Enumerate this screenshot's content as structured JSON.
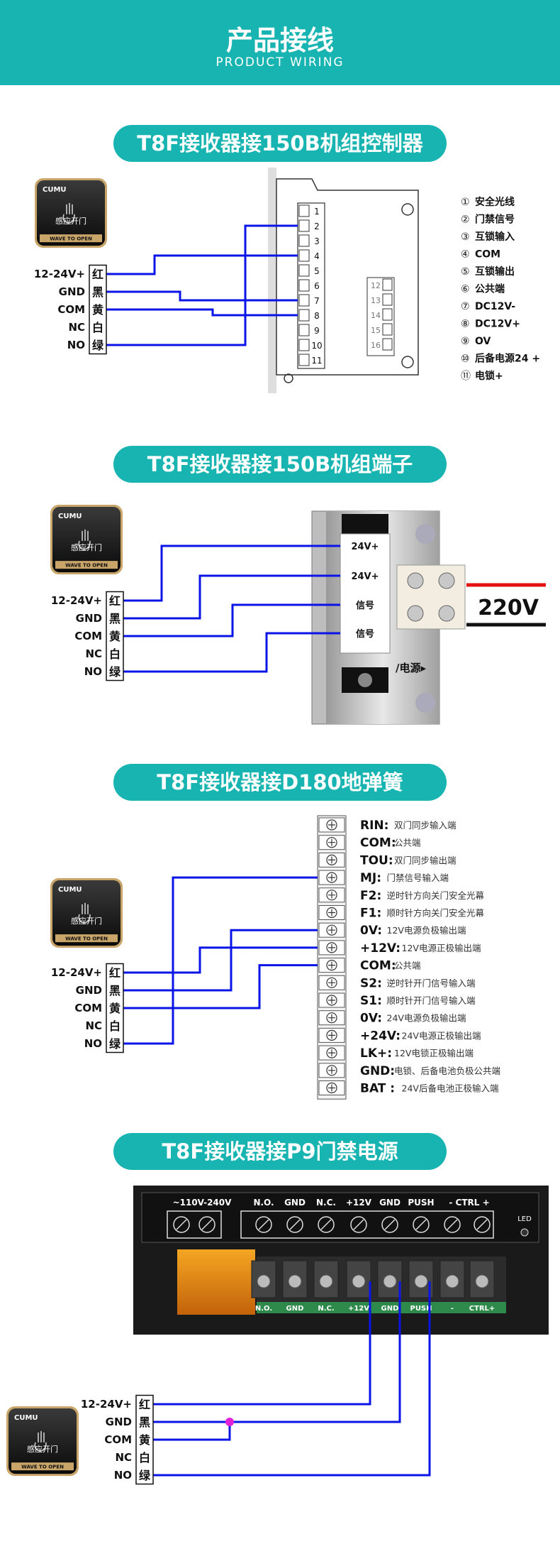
{
  "banner": {
    "title": "产品接线",
    "subtitle": "PRODUCT WIRING"
  },
  "device": {
    "brand": "CUMU",
    "label": "感应开门",
    "button": "WAVE TO OPEN"
  },
  "colors": {
    "accent": "#17b4b1",
    "wire": "#0a14e6",
    "junction": "#e020d8"
  },
  "wire_labels": {
    "signals": [
      "12-24V+",
      "GND",
      "COM",
      "NC",
      "NO"
    ],
    "colors": [
      "红",
      "黑",
      "黄",
      "白",
      "绿"
    ]
  },
  "sections": [
    {
      "title": "T8F接收器接150B机组控制器",
      "terminal_numbers": [
        "1",
        "2",
        "3",
        "4",
        "5",
        "6",
        "7",
        "8",
        "9",
        "10",
        "11"
      ],
      "side_numbers": [
        "12",
        "13",
        "14",
        "15",
        "16"
      ],
      "legend": [
        {
          "num": "①",
          "text": "安全光线"
        },
        {
          "num": "②",
          "text": "门禁信号"
        },
        {
          "num": "③",
          "text": "互锁输入"
        },
        {
          "num": "④",
          "text": "COM"
        },
        {
          "num": "⑤",
          "text": "互锁输出"
        },
        {
          "num": "⑥",
          "text": "公共端"
        },
        {
          "num": "⑦",
          "text": "DC12V-"
        },
        {
          "num": "⑧",
          "text": "DC12V+"
        },
        {
          "num": "⑨",
          "text": "OV"
        },
        {
          "num": "⑩",
          "text": "后备电源24 +"
        },
        {
          "num": "⑪",
          "text": "电锁+"
        }
      ]
    },
    {
      "title": "T8F接收器接150B机组端子",
      "terminals": [
        "24V+",
        "24V+",
        "信号",
        "信号"
      ],
      "power_label": "/电源▸",
      "voltage": "220V"
    },
    {
      "title": "T8F接收器接D180地弹簧",
      "terminals": [
        {
          "code": "RIN:",
          "desc": "双门同步输入端"
        },
        {
          "code": "COM:",
          "desc": "公共端"
        },
        {
          "code": "TOU:",
          "desc": "双门同步输出端"
        },
        {
          "code": "MJ:",
          "desc": "门禁信号输入端"
        },
        {
          "code": "F2:",
          "desc": "逆时针方向关门安全光幕"
        },
        {
          "code": "F1:",
          "desc": "顺时针方向关门安全光幕"
        },
        {
          "code": "0V:",
          "desc": "12V电源负极输出端"
        },
        {
          "code": "+12V:",
          "desc": "12V电源正极输出端"
        },
        {
          "code": "COM:",
          "desc": "公共端"
        },
        {
          "code": "S2:",
          "desc": "逆时针开门信号输入端"
        },
        {
          "code": "S1:",
          "desc": "顺时针开门信号输入端"
        },
        {
          "code": "0V:",
          "desc": "24V电源负极输出端"
        },
        {
          "code": "+24V:",
          "desc": "24V电源正极输出端"
        },
        {
          "code": "LK+:",
          "desc": "12V电锁正极输出端"
        },
        {
          "code": "GND:",
          "desc": "电锁、后备电池负极公共端"
        },
        {
          "code": "BAT :",
          "desc": "24V后备电池正极输入端"
        }
      ]
    },
    {
      "title": "T8F接收器接P9门禁电源",
      "header_labels": [
        "~110V-240V",
        "N.O.",
        "GND",
        "N.C.",
        "+12V",
        "GND",
        "PUSH",
        "- CTRL +"
      ],
      "terminal_labels": [
        "N.O.",
        "GND",
        "N.C.",
        "+12V",
        "GND",
        "PUSH",
        "-",
        "CTRL+"
      ],
      "led": "LED"
    }
  ]
}
